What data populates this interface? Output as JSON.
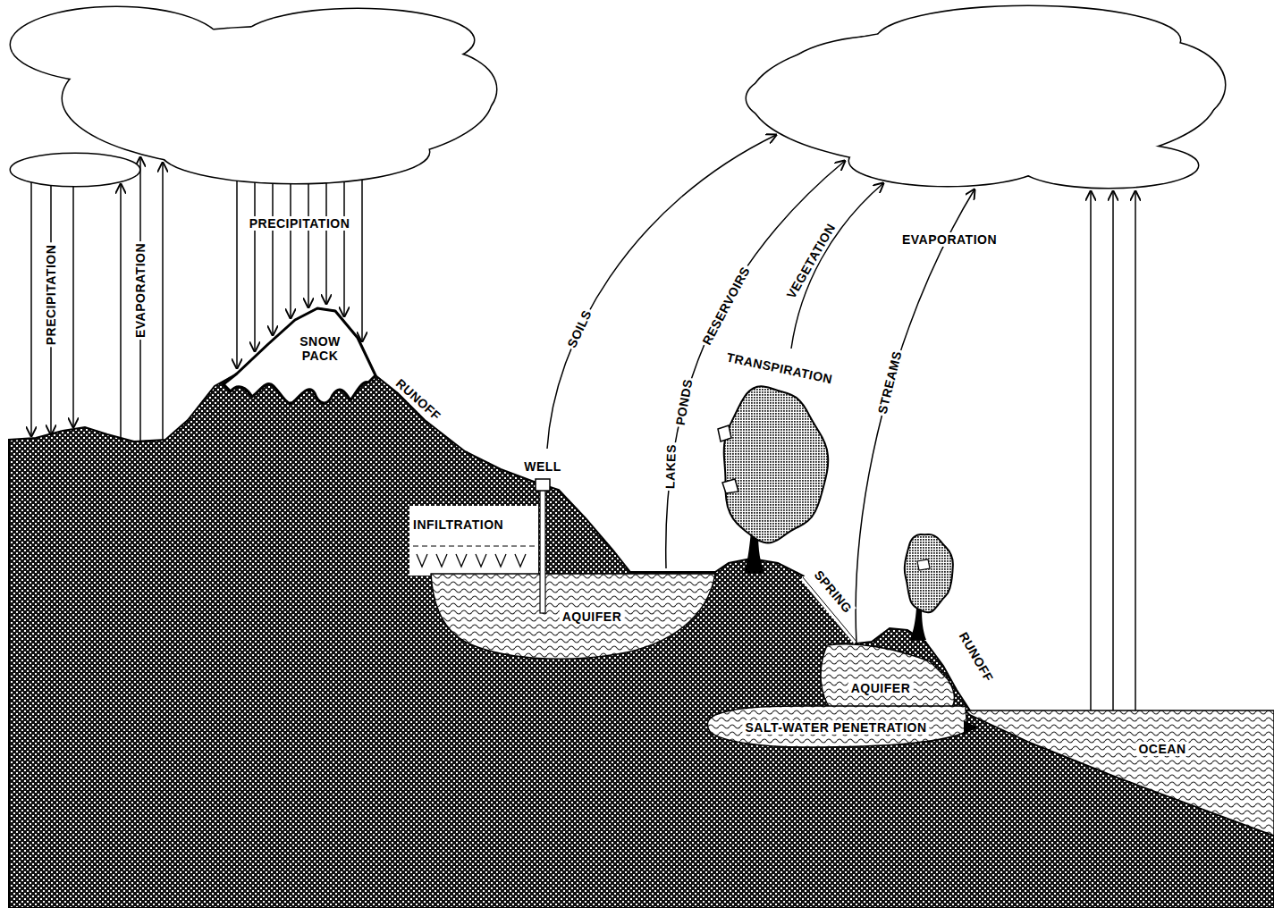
{
  "diagram": {
    "nodes": [
      {
        "text": [
          "SNOW PACK"
        ]
      },
      {
        "text": [
          "INFILTRATION"
        ]
      },
      {
        "text": [
          "AQUIFER"
        ]
      },
      {
        "text": [
          "AQUIFER"
        ]
      },
      {
        "text": [
          "SALT-WATER PENETRATION"
        ]
      },
      {
        "text": [
          "OCEAN"
        ]
      }
    ],
    "labels": [
      "PRECIPITATION",
      "EVAPORATION",
      "PRECIPITATION",
      "RUNOFF",
      "WELL",
      "SOILS",
      "LAKES",
      "PONDS",
      "RESERVOIRS",
      "VEGETATION",
      "TRANSPIRATION",
      "EVAPORATION",
      "STREAMS",
      "SPRING",
      "RUNOFF"
    ]
  }
}
